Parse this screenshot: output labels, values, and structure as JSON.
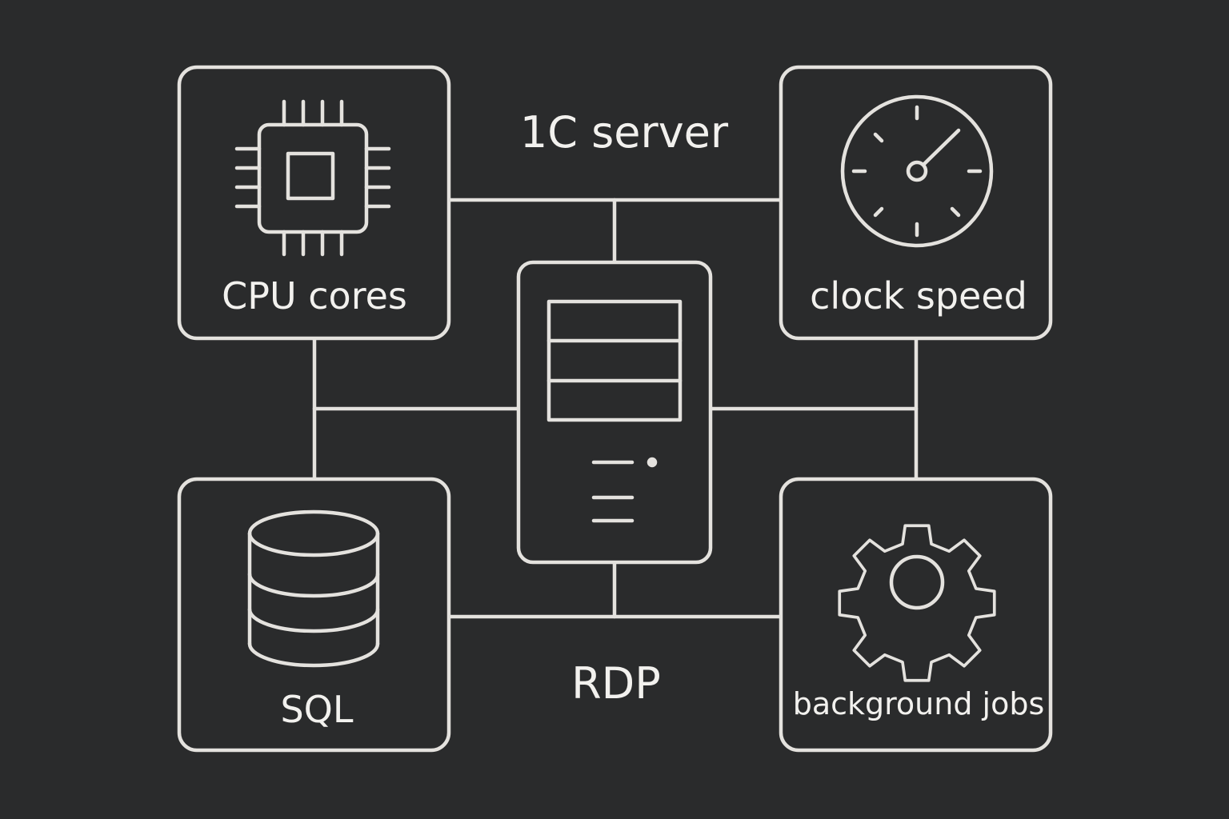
{
  "diagram": {
    "title": "1C server",
    "bottom_label": "RDP",
    "nodes": {
      "cpu": {
        "label": "CPU cores",
        "icon": "cpu-chip-icon"
      },
      "clock": {
        "label": "clock speed",
        "icon": "clock-icon"
      },
      "sql": {
        "label": "SQL",
        "icon": "database-icon"
      },
      "jobs": {
        "label": "background jobs",
        "icon": "gear-icon"
      },
      "server": {
        "icon": "server-tower-icon"
      }
    },
    "colors": {
      "background": "#2a2b2c",
      "line": "#e4e2de",
      "text": "#f2f1ee"
    }
  }
}
